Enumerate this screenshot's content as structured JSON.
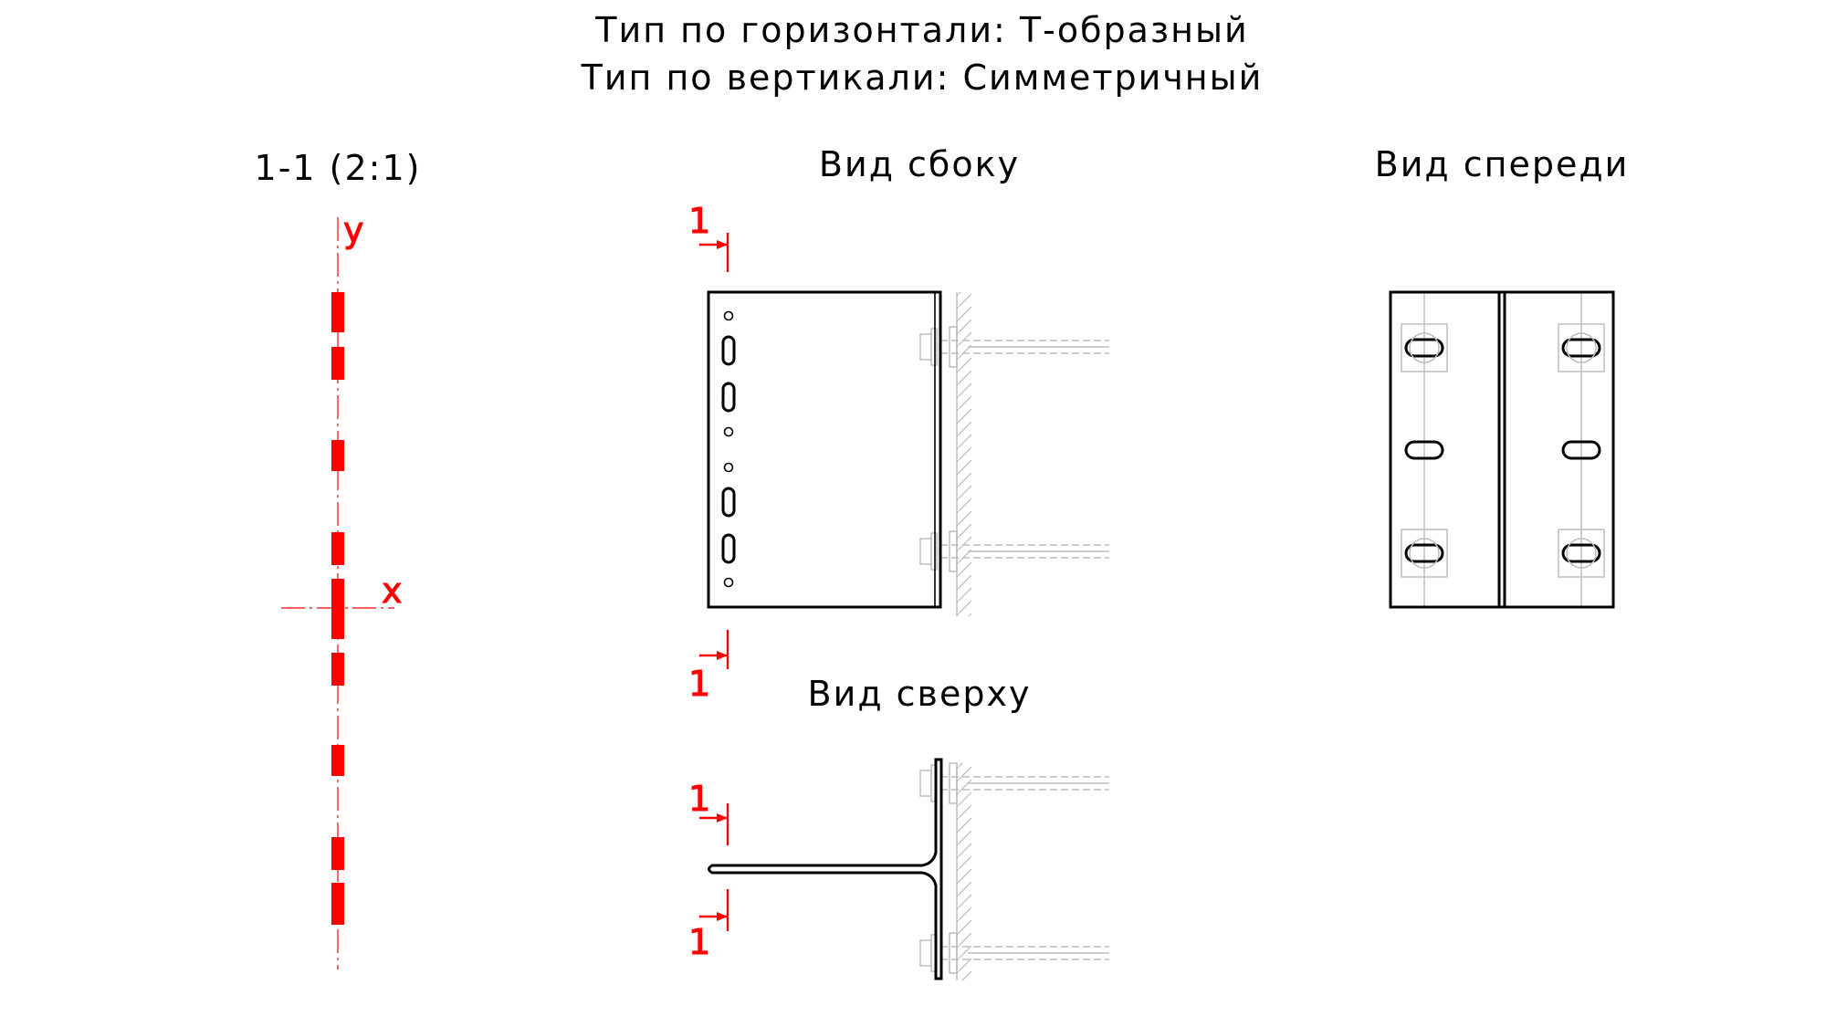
{
  "header": {
    "line1": "Тип по горизонтали: Т-образный",
    "line2": "Тип по вертикали: Симметричный"
  },
  "views": {
    "section": {
      "title": "1-1 (2:1)",
      "axis_y": "y",
      "axis_x": "x"
    },
    "side": {
      "title": "Вид сбоку"
    },
    "top": {
      "title": "Вид сверху"
    },
    "front": {
      "title": "Вид спереди"
    }
  },
  "section_marker": {
    "label": "1"
  },
  "colors": {
    "annotation": "#ff0000",
    "lines": "#000000",
    "wall": "#bdbdbd"
  }
}
